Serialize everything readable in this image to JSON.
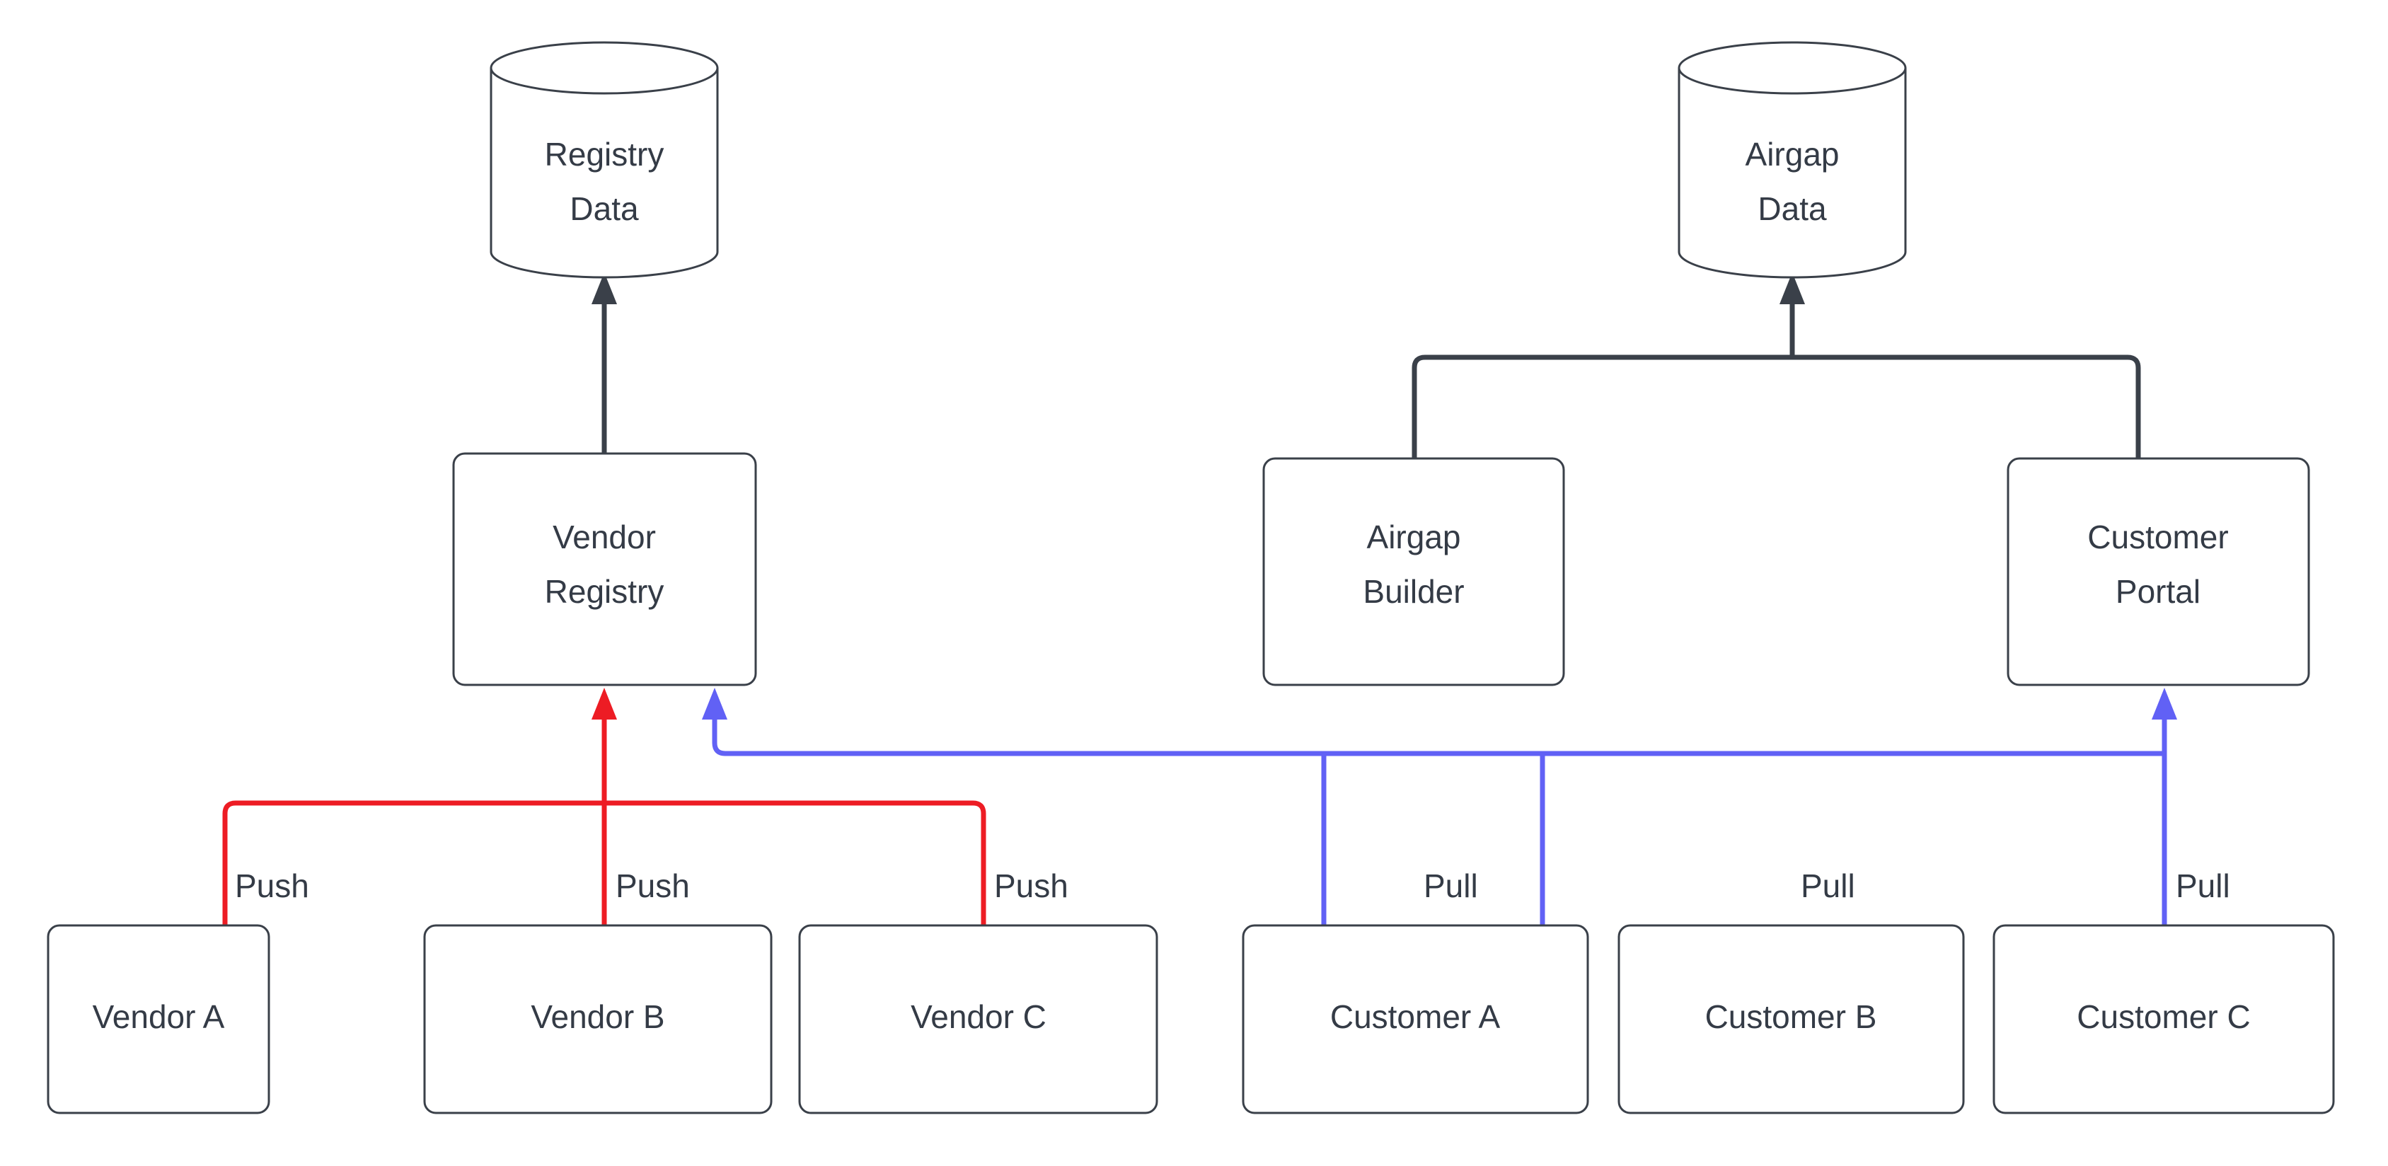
{
  "diagram": {
    "type": "flowchart",
    "background_color": "#ffffff",
    "stroke_color": "#3a4049",
    "text_color": "#343b46",
    "push_color": "#ed1c24",
    "pull_color": "#6161f5",
    "datastores": [
      {
        "id": "registry-data",
        "label_line1": "Registry",
        "label_line2": "Data",
        "shape": "cylinder"
      },
      {
        "id": "airgap-data",
        "label_line1": "Airgap",
        "label_line2": "Data",
        "shape": "cylinder"
      }
    ],
    "services": [
      {
        "id": "vendor-registry",
        "label_line1": "Vendor",
        "label_line2": "Registry",
        "shape": "rounded-rect"
      },
      {
        "id": "airgap-builder",
        "label_line1": "Airgap",
        "label_line2": "Builder",
        "shape": "rounded-rect"
      },
      {
        "id": "customer-portal",
        "label_line1": "Customer",
        "label_line2": "Portal",
        "shape": "rounded-rect"
      }
    ],
    "actors": [
      {
        "id": "vendor-a",
        "label": "Vendor A",
        "shape": "rounded-rect"
      },
      {
        "id": "vendor-b",
        "label": "Vendor B",
        "shape": "rounded-rect"
      },
      {
        "id": "vendor-c",
        "label": "Vendor C",
        "shape": "rounded-rect"
      },
      {
        "id": "customer-a",
        "label": "Customer A",
        "shape": "rounded-rect"
      },
      {
        "id": "customer-b",
        "label": "Customer B",
        "shape": "rounded-rect"
      },
      {
        "id": "customer-c",
        "label": "Customer C",
        "shape": "rounded-rect"
      }
    ],
    "edge_labels": {
      "push": "Push",
      "pull": "Pull"
    },
    "edges": [
      {
        "from": "vendor-registry",
        "to": "registry-data",
        "label": "",
        "color": "#3a4049"
      },
      {
        "from": "airgap-builder",
        "to": "airgap-data",
        "label": "",
        "color": "#3a4049"
      },
      {
        "from": "customer-portal",
        "to": "airgap-data",
        "label": "",
        "color": "#3a4049"
      },
      {
        "from": "vendor-a",
        "to": "vendor-registry",
        "label": "Push",
        "color": "#ed1c24"
      },
      {
        "from": "vendor-b",
        "to": "vendor-registry",
        "label": "Push",
        "color": "#ed1c24"
      },
      {
        "from": "vendor-c",
        "to": "vendor-registry",
        "label": "Push",
        "color": "#ed1c24"
      },
      {
        "from": "customer-a",
        "to": "customer-portal",
        "label": "Pull",
        "color": "#6161f5"
      },
      {
        "from": "customer-b",
        "to": "customer-portal",
        "label": "Pull",
        "color": "#6161f5"
      },
      {
        "from": "customer-c",
        "to": "customer-portal",
        "label": "Pull",
        "color": "#6161f5"
      },
      {
        "from": "vendor-registry",
        "to": "customer-portal",
        "label": "",
        "color": "#6161f5"
      }
    ]
  }
}
